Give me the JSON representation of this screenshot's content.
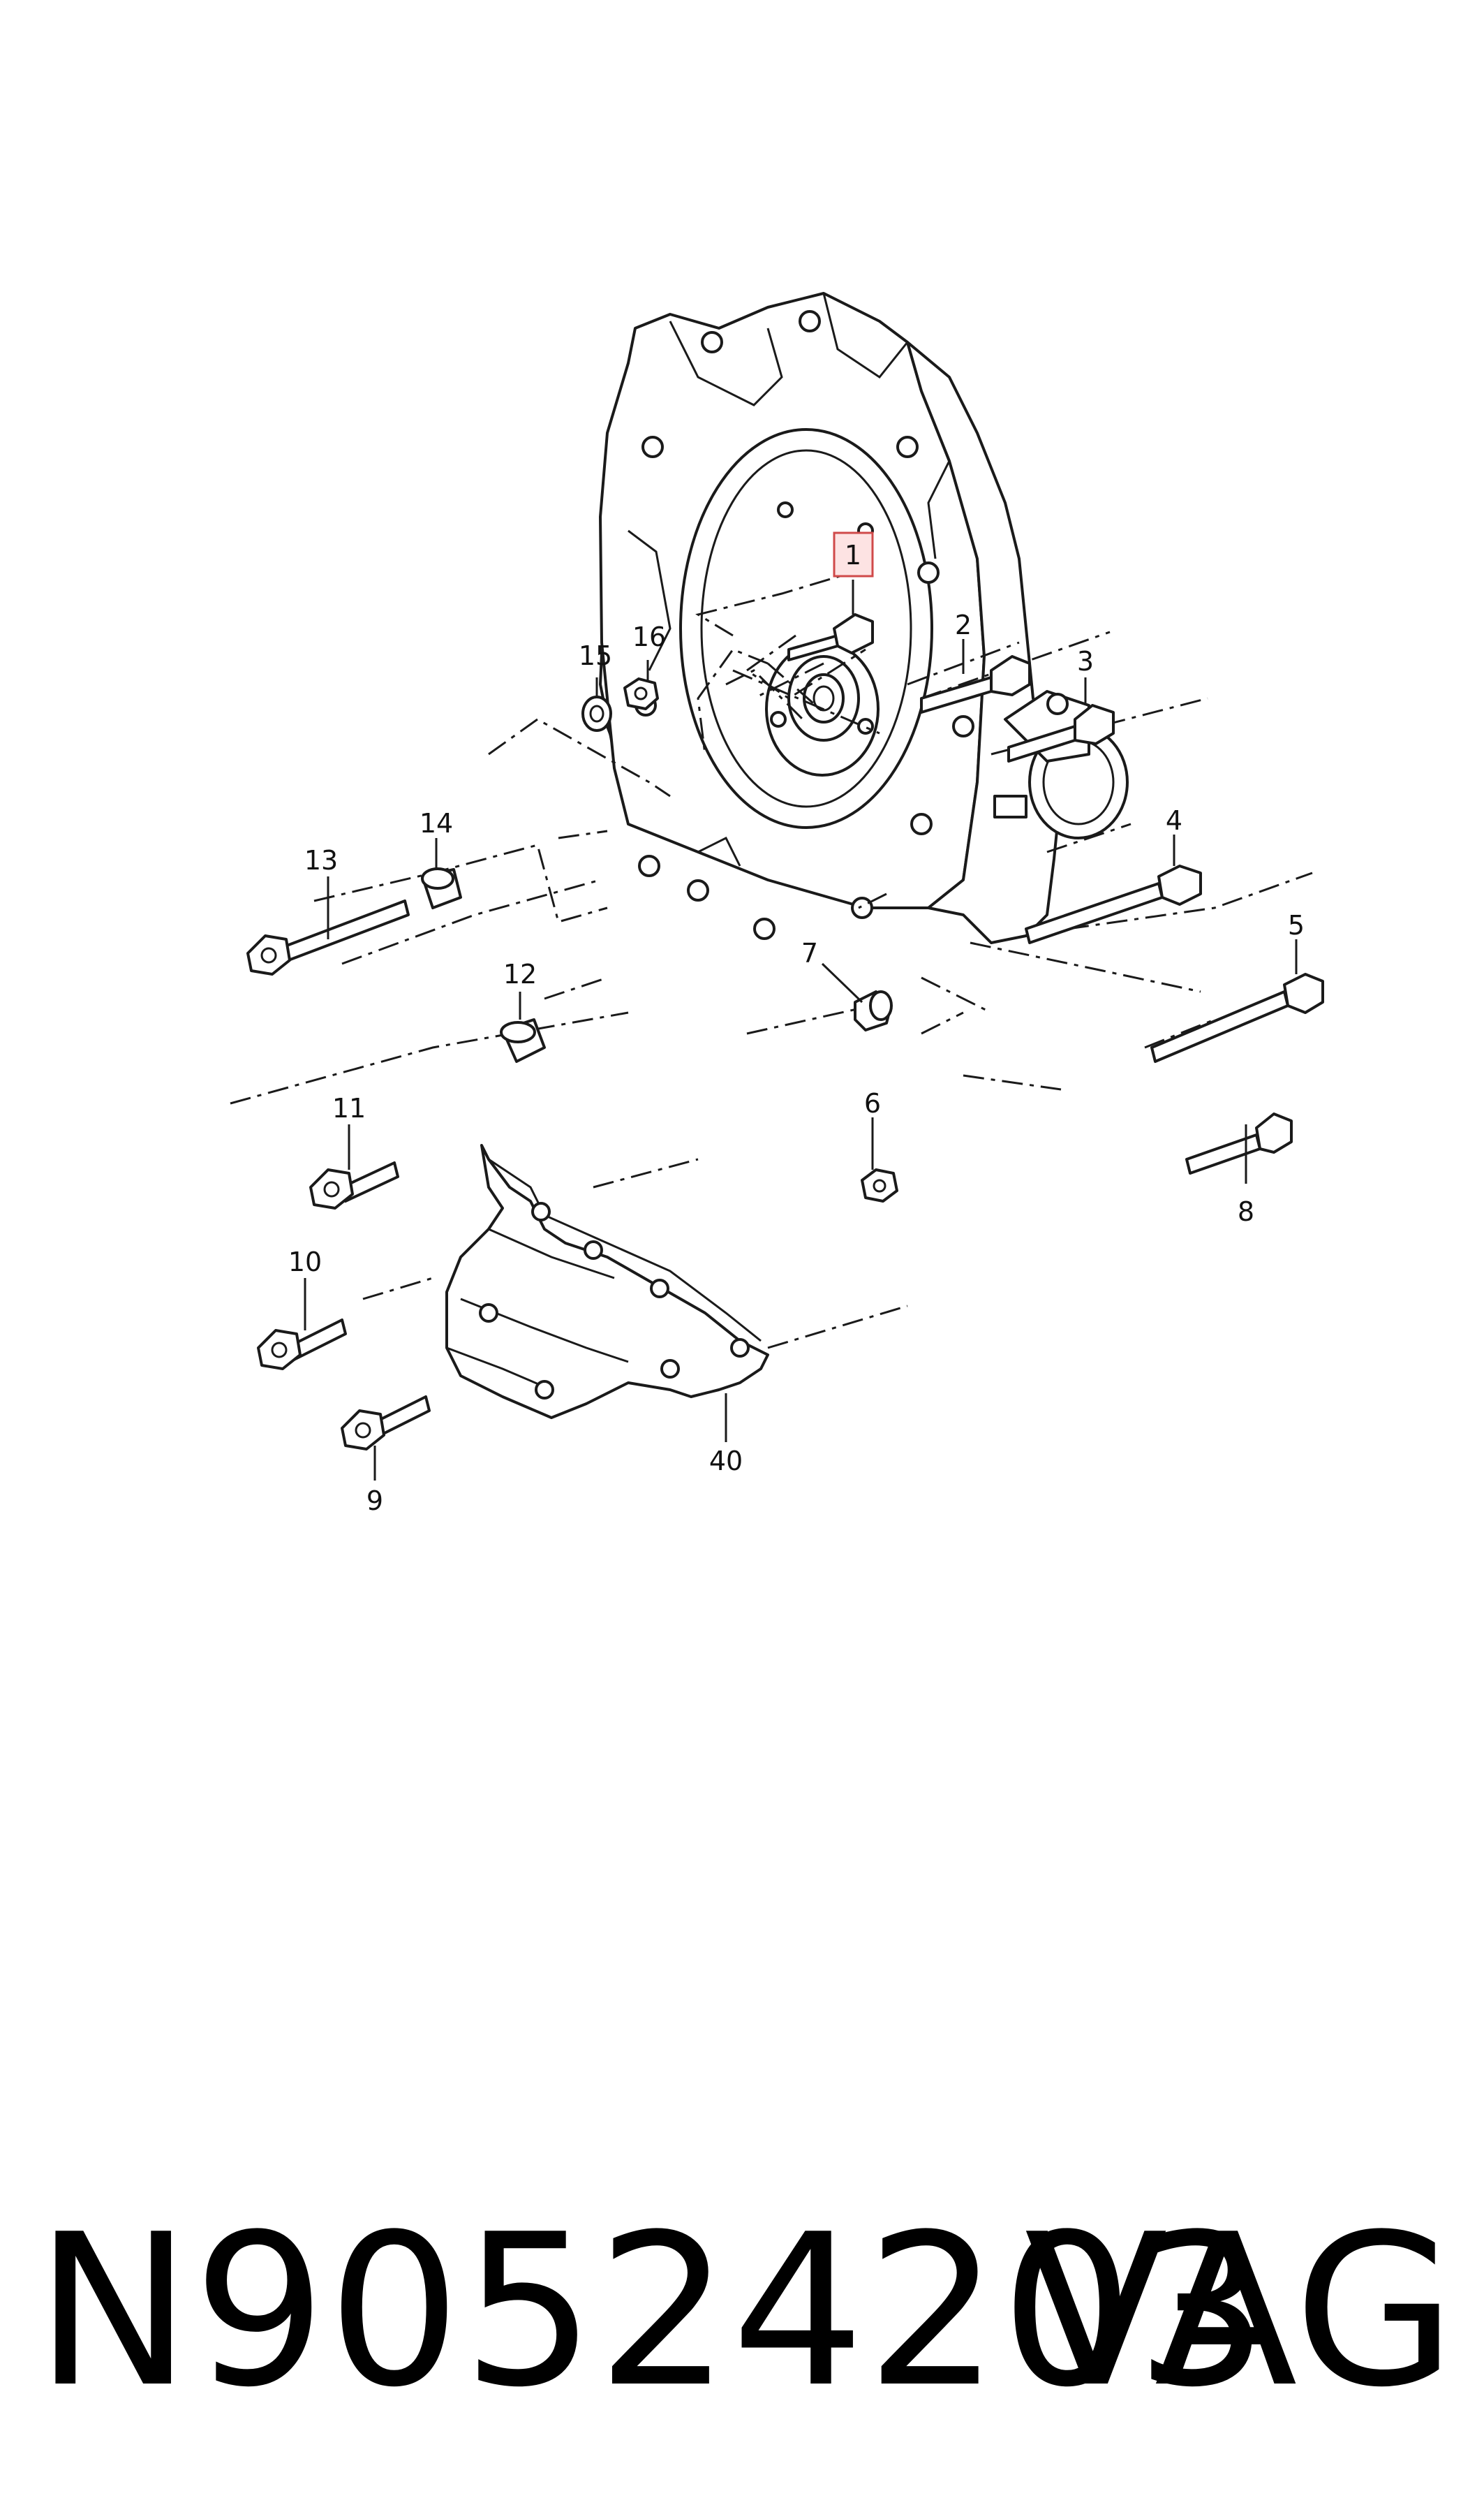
{
  "diagram": {
    "callouts": {
      "c1": "1",
      "c2": "2",
      "c3": "3",
      "c4": "4",
      "c5": "5",
      "c6": "6",
      "c7": "7",
      "c8": "8",
      "c9": "9",
      "c10": "10",
      "c11": "11",
      "c12": "12",
      "c13": "13",
      "c14": "14",
      "c15": "15",
      "c16": "16",
      "c40": "40"
    },
    "highlighted_callout": "1",
    "highlight_color": "#d04a4a"
  },
  "footer": {
    "part_number": "N90524203",
    "brand": "VAG"
  }
}
